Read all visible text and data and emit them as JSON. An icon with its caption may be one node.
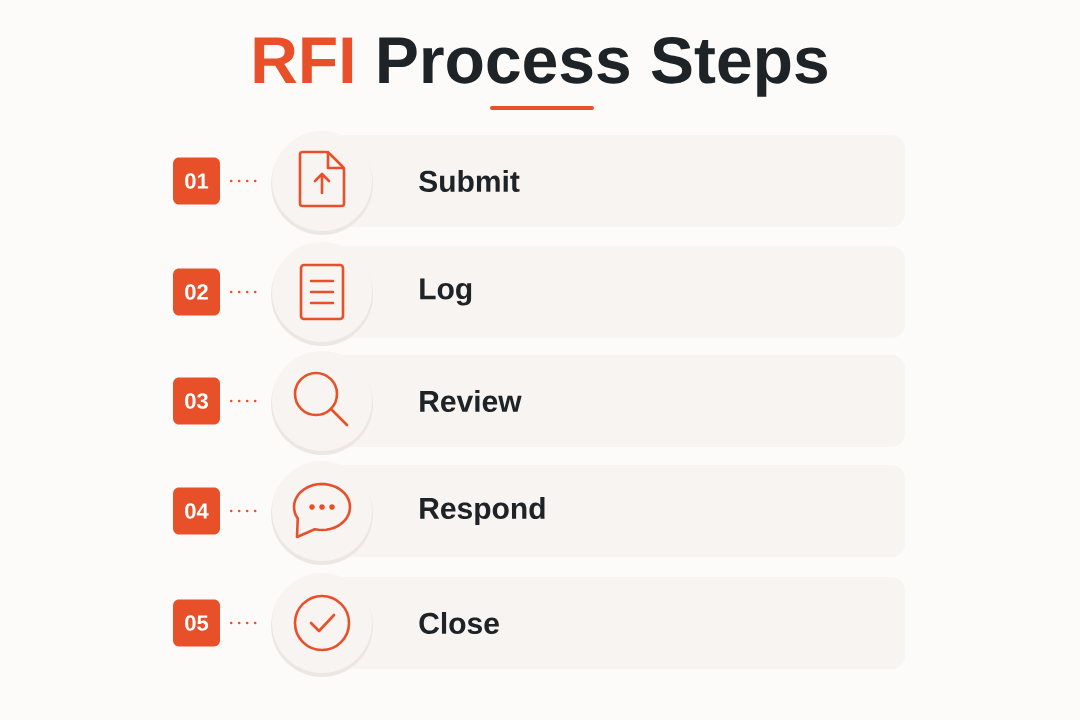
{
  "diagram": {
    "title": "RFI Process Steps",
    "nodes": [
      {
        "text": [
          "01"
        ]
      },
      {
        "text": [],
        "shape": "circle"
      },
      {
        "text": [
          "Submit"
        ]
      },
      {
        "text": [
          "02"
        ]
      },
      {
        "text": [],
        "shape": "circle"
      },
      {
        "text": [
          "Log"
        ]
      },
      {
        "text": [
          "03"
        ]
      },
      {
        "text": [],
        "shape": "circle"
      },
      {
        "text": [
          "Review"
        ]
      },
      {
        "text": [
          "04"
        ]
      },
      {
        "text": [],
        "shape": "circle"
      },
      {
        "text": [
          "Respond"
        ]
      },
      {
        "text": [
          "05"
        ]
      },
      {
        "text": [],
        "shape": "circle"
      },
      {
        "text": [
          "Close"
        ]
      }
    ],
    "edges": [
      {
        "from": 0,
        "to": 1,
        "arrow": "none",
        "style": "dashed"
      },
      {
        "from": 3,
        "to": 4,
        "arrow": "none",
        "style": "dashed"
      },
      {
        "from": 6,
        "to": 7,
        "arrow": "none",
        "style": "dashed"
      },
      {
        "from": 9,
        "to": 10,
        "arrow": "none",
        "style": "dashed"
      },
      {
        "from": 12,
        "to": 13,
        "arrow": "none",
        "style": "dashed"
      }
    ]
  }
}
